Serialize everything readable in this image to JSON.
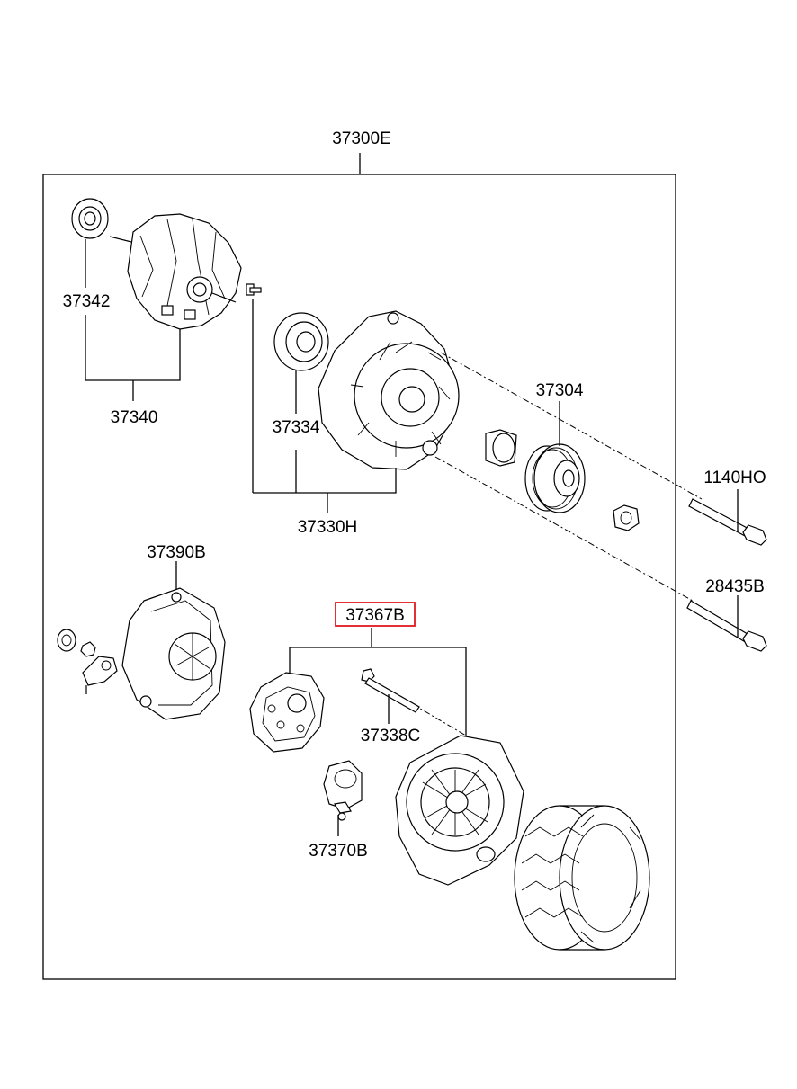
{
  "diagram": {
    "assembly_label": "37300E",
    "labels": {
      "p37342": "37342",
      "p37340": "37340",
      "p37334": "37334",
      "p37330h": "37330H",
      "p37304": "37304",
      "p1140ho": "1140HO",
      "p28435b": "28435B",
      "p37390b": "37390B",
      "p37367b": "37367B",
      "p37338c": "37338C",
      "p37370b": "37370B"
    },
    "highlighted_part": "37367B",
    "highlight_color": "#e0191e",
    "line_color": "#000000",
    "background_color": "#ffffff"
  }
}
